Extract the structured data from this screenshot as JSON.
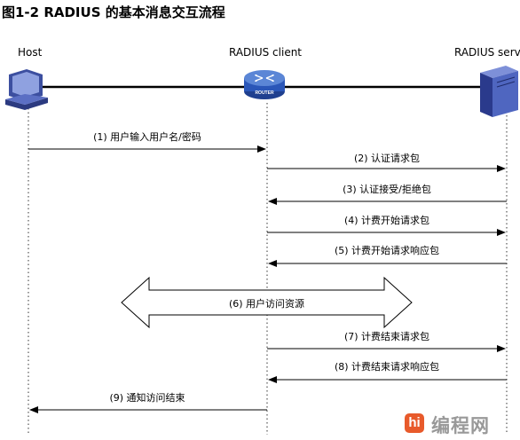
{
  "title": "图1-2  RADIUS 的基本消息交互流程",
  "participants": {
    "host": "Host",
    "client": "RADIUS client",
    "client_device_label": "ROUTER",
    "server": "RADIUS serv"
  },
  "messages": [
    "(1) 用户输入用户名/密码",
    "(2) 认证请求包",
    "(3) 认证接受/拒绝包",
    "(4) 计费开始请求包",
    "(5) 计费开始请求响应包",
    "(6) 用户访问资源",
    "(7) 计费结束请求包",
    "(8) 计费结束请求响应包",
    "(9) 通知访问结束"
  ],
  "watermark": {
    "badge": "hi",
    "text": "编程网"
  }
}
